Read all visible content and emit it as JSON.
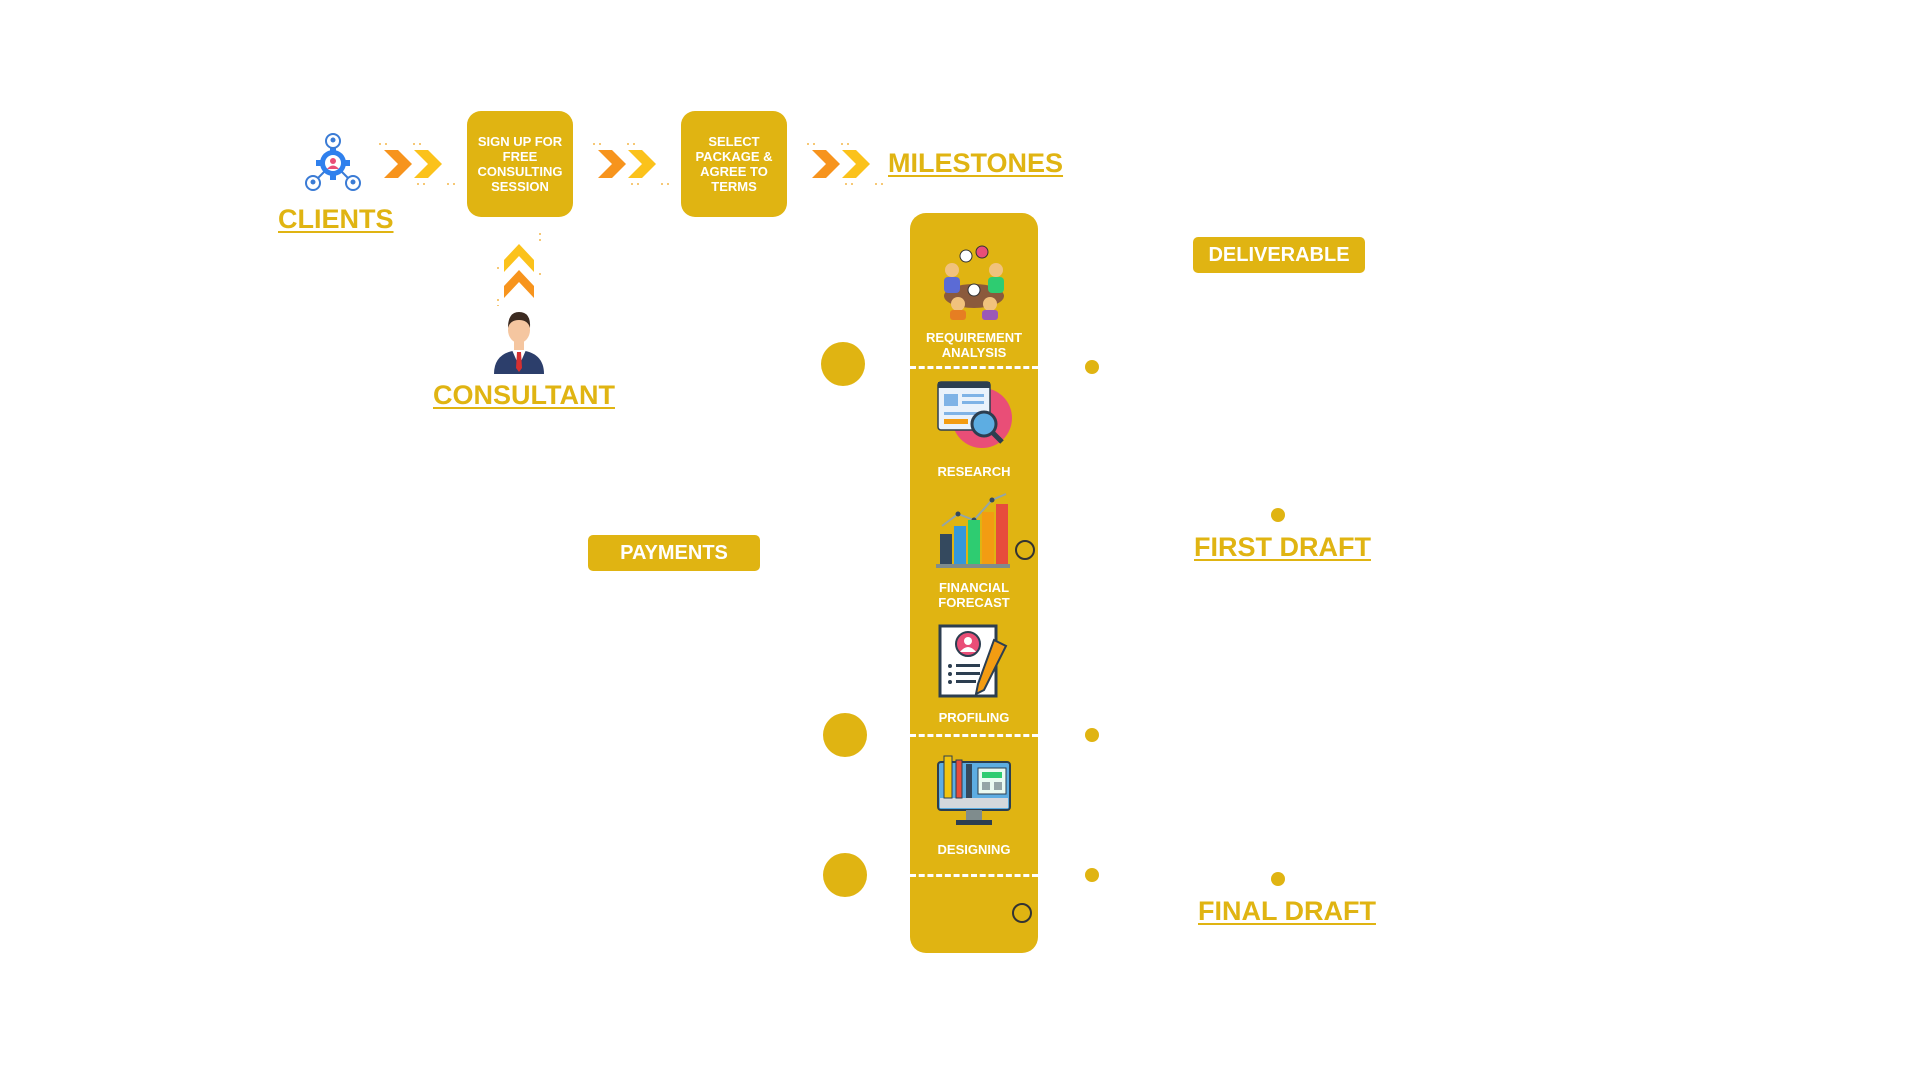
{
  "flow": {
    "clients_label": "CLIENTS",
    "step1_label": "SIGN UP FOR FREE CONSULTING SESSION",
    "step2_label": "SELECT PACKAGE & AGREE TO TERMS",
    "milestones_label": "MILESTONES",
    "consultant_label": "CONSULTANT"
  },
  "legend": {
    "payments_label": "PAYMENTS",
    "deliverable_label": "DELIVERABLE"
  },
  "milestones": [
    {
      "label": "REQUIREMENT ANALYSIS",
      "icon": "meeting-icon"
    },
    {
      "label": "RESEARCH",
      "icon": "research-icon"
    },
    {
      "label": "FINANCIAL FORECAST",
      "icon": "bar-chart-icon"
    },
    {
      "label": "PROFILING",
      "icon": "profile-document-icon"
    },
    {
      "label": "DESIGNING",
      "icon": "design-monitor-icon"
    }
  ],
  "deliverables": {
    "first_draft": "FIRST DRAFT",
    "final_draft": "FINAL DRAFT"
  },
  "colors": {
    "accent": "#e0b412",
    "chevron_orange": "#f7941d",
    "chevron_yellow": "#fbc21b"
  }
}
